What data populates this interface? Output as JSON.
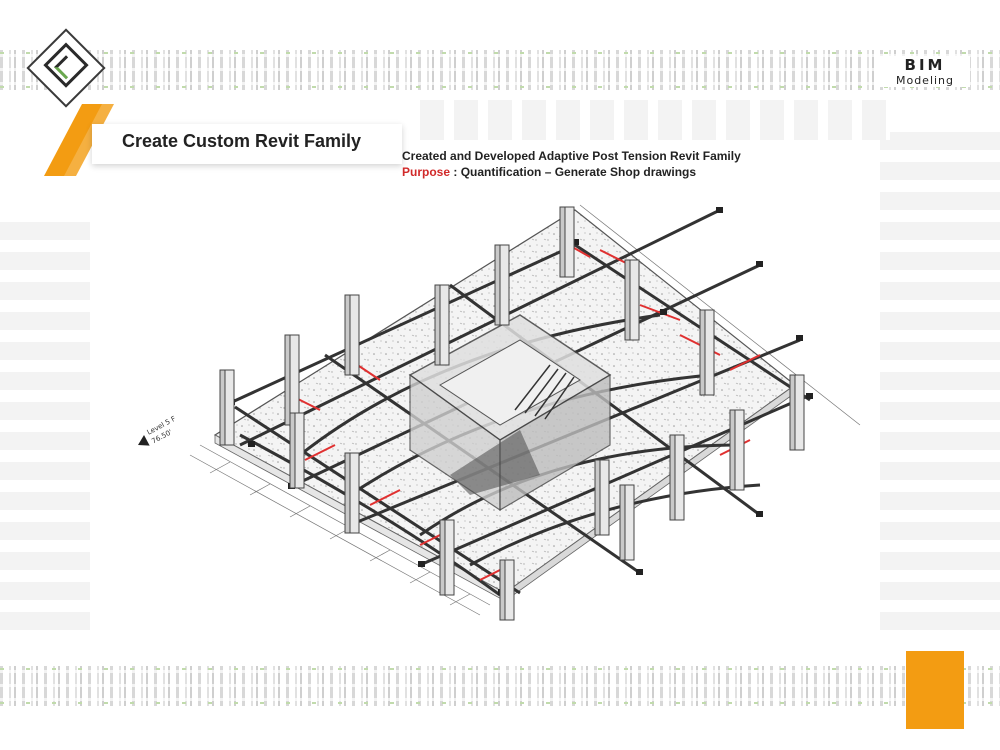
{
  "header": {
    "bim_label": "BIM",
    "modeling_label": "Modeling"
  },
  "title": {
    "text": "Create Custom Revit Family"
  },
  "description": {
    "line1": "Created and Developed Adaptive Post Tension Revit Family",
    "purpose_label": "Purpose",
    "purpose_sep": " : ",
    "purpose_text": "Quantification – Generate Shop drawings"
  },
  "drawing": {
    "level_label": "Level 5 F",
    "level_value": "76.50'"
  },
  "colors": {
    "accent_orange": "#f39c12",
    "purpose_red": "#d12a2a",
    "tendon_red": "#e03030",
    "logo_green": "#6aa84f"
  }
}
